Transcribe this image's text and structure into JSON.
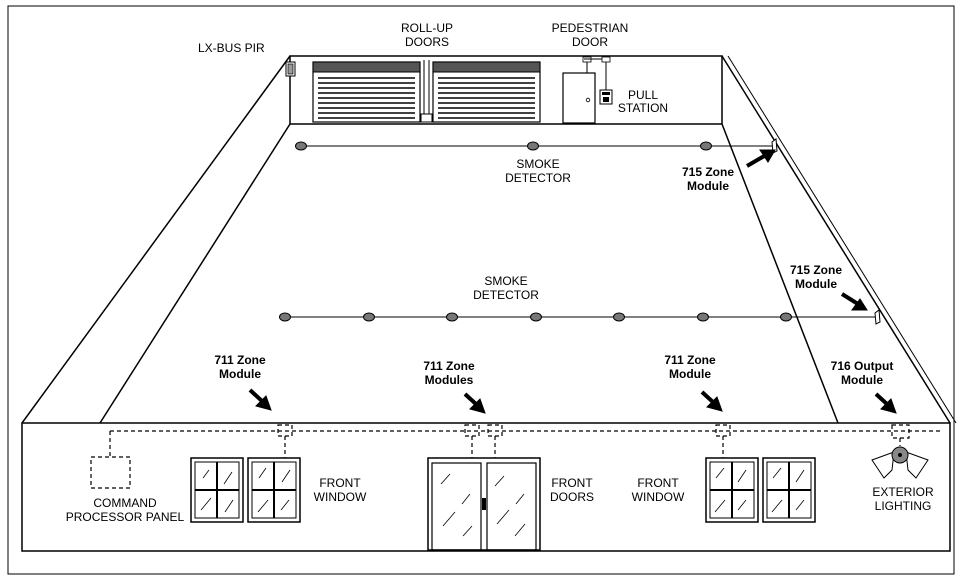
{
  "labels": {
    "lx_bus_pir": "LX-BUS PIR",
    "rollup_line1": "ROLL-UP",
    "rollup_line2": "DOORS",
    "ped_line1": "PEDESTRIAN",
    "ped_line2": "DOOR",
    "pull_line1": "PULL",
    "pull_line2": "STATION",
    "smoke1_line1": "SMOKE",
    "smoke1_line2": "DETECTOR",
    "smoke2_line1": "SMOKE",
    "smoke2_line2": "DETECTOR",
    "z715a_line1": "715 Zone",
    "z715a_line2": "Module",
    "z715b_line1": "715 Zone",
    "z715b_line2": "Module",
    "z711a_line1": "711 Zone",
    "z711a_line2": "Module",
    "z711b_line1": "711 Zone",
    "z711b_line2": "Modules",
    "z711c_line1": "711 Zone",
    "z711c_line2": "Module",
    "z716_line1": "716 Output",
    "z716_line2": "Module",
    "cmd_line1": "COMMAND",
    "cmd_line2": "PROCESSOR PANEL",
    "fw1_line1": "FRONT",
    "fw1_line2": "WINDOW",
    "fd_line1": "FRONT",
    "fd_line2": "DOORS",
    "fw2_line1": "FRONT",
    "fw2_line2": "WINDOW",
    "ext_line1": "EXTERIOR",
    "ext_line2": "LIGHTING"
  },
  "icons": [
    "pir-sensor-icon",
    "rollup-door-icon",
    "pedestrian-door-icon",
    "pull-station-icon",
    "smoke-detector-icon",
    "zone-module-icon",
    "window-icon",
    "double-door-icon",
    "exterior-light-icon"
  ]
}
